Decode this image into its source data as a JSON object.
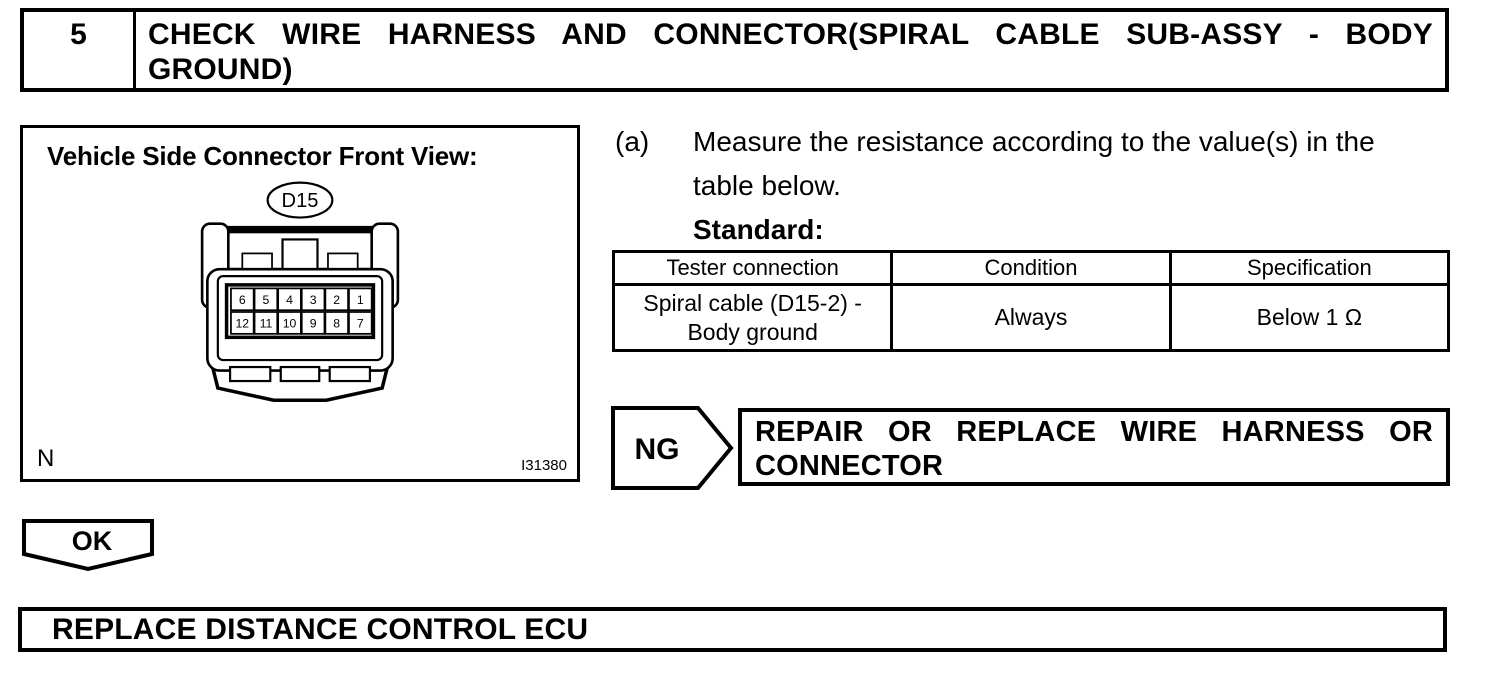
{
  "colors": {
    "ink": "#000000",
    "paper": "#ffffff"
  },
  "step_header": {
    "number": "5",
    "title": "CHECK WIRE HARNESS AND CONNECTOR(SPIRAL CABLE SUB-ASSY - BODY GROUND)"
  },
  "figure": {
    "title": "Vehicle Side Connector Front View:",
    "connector_label": "D15",
    "pins_top": [
      "6",
      "5",
      "4",
      "3",
      "2",
      "1"
    ],
    "pins_bottom": [
      "12",
      "11",
      "10",
      "9",
      "8",
      "7"
    ],
    "corner_left": "N",
    "corner_right": "I31380"
  },
  "instruction": {
    "marker": "(a)",
    "text": "Measure the resistance according to the value(s) in the table below.",
    "standard_label": "Standard:"
  },
  "spec_table": {
    "headers": [
      "Tester connection",
      "Condition",
      "Specification"
    ],
    "row": {
      "tester_connection": "Spiral cable (D15-2) - Body ground",
      "condition": "Always",
      "specification": "Below 1 Ω"
    }
  },
  "ng": {
    "label": "NG",
    "action": "REPAIR OR REPLACE WIRE HARNESS OR CONNECTOR"
  },
  "ok": {
    "label": "OK"
  },
  "final_action": {
    "text": "REPLACE DISTANCE CONTROL ECU"
  }
}
